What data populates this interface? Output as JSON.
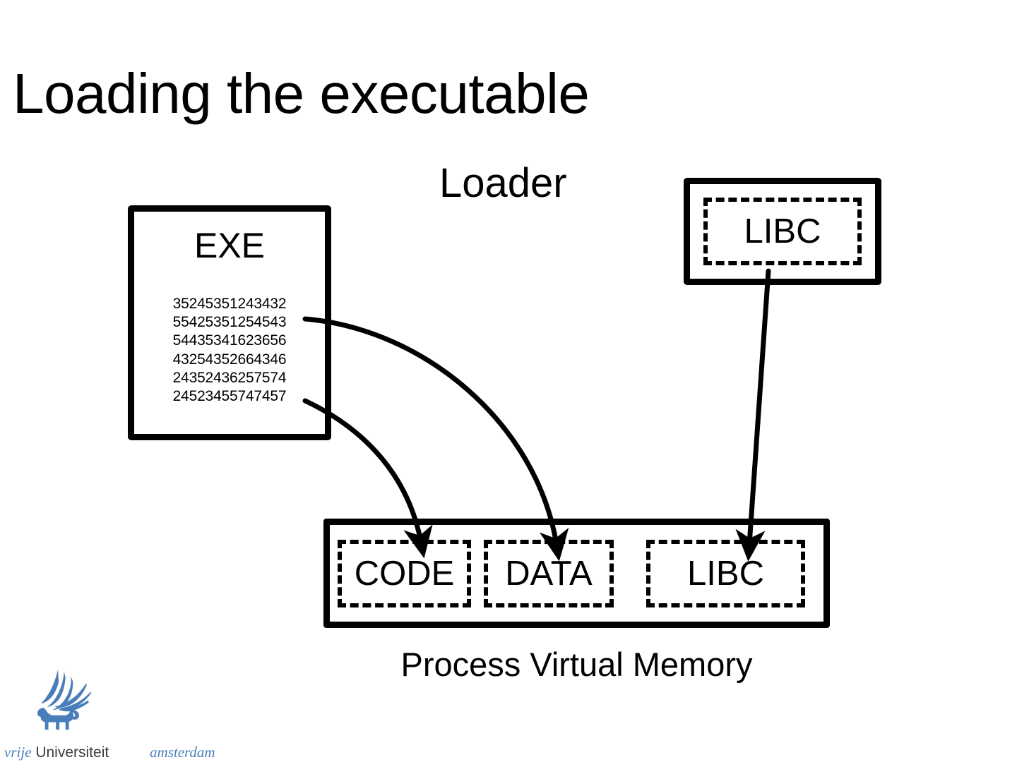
{
  "slide": {
    "title": "Loading the executable",
    "background_color": "#ffffff",
    "ink_color": "#000000"
  },
  "loader": {
    "label": "Loader"
  },
  "exe": {
    "title": "EXE",
    "hexdump": [
      "35245351243432",
      "55425351254543",
      "54435341623656",
      "43254352664346",
      "24352436257574",
      "24523455747457"
    ]
  },
  "libc_module": {
    "label": "LIBC"
  },
  "process_memory": {
    "caption": "Process Virtual Memory",
    "segments": [
      {
        "label": "CODE"
      },
      {
        "label": "DATA"
      },
      {
        "label": "LIBC"
      }
    ]
  },
  "arrows": [
    {
      "name": "exe-code-arrow",
      "from": "EXE",
      "to": "CODE"
    },
    {
      "name": "exe-data-arrow",
      "from": "EXE",
      "to": "DATA"
    },
    {
      "name": "libc-arrow",
      "from": "LIBC module",
      "to": "LIBC segment"
    }
  ],
  "logo": {
    "word_vrije": "vrije",
    "word_universiteit": "Universiteit",
    "word_amsterdam": "amsterdam",
    "brand_blue": "#4a7ebb",
    "text_gray": "#3c3c3b"
  }
}
